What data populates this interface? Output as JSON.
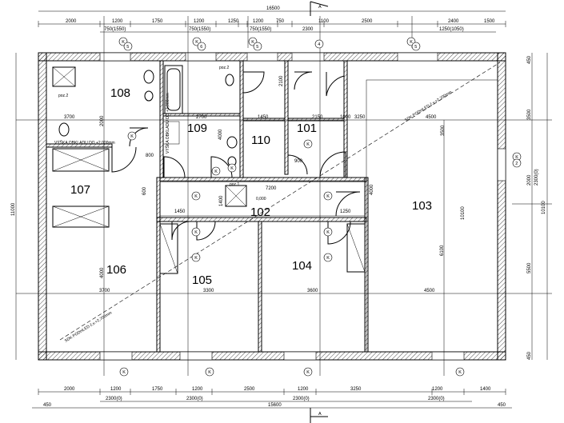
{
  "section_marks": {
    "top": "A",
    "bottom": "A"
  },
  "rooms": {
    "r101": "101",
    "r102": "102",
    "r103": "103",
    "r104": "104",
    "r105": "105",
    "r106": "106",
    "r107": "107",
    "r108": "108",
    "r109": "109",
    "r110": "110"
  },
  "dims": {
    "top_total": "16500",
    "top_row": [
      "2000",
      "1200",
      "1750",
      "1200",
      "1250",
      "1200",
      "750",
      "1100",
      "2500",
      "2400",
      "1500"
    ],
    "top_win": [
      "750(1550)",
      "750(1550)",
      "750(1550)",
      "2300",
      "1250(1050)"
    ],
    "bottom_row": [
      "2000",
      "1200",
      "1750",
      "1200",
      "2500",
      "1200",
      "3250",
      "1200",
      "1400"
    ],
    "bottom_win": [
      "2300(0)",
      "2300(0)",
      "2300(0)",
      "2300(0)"
    ],
    "bottom_total": [
      "450",
      "15600",
      "450"
    ],
    "left_total": "11000",
    "right_row": [
      "450",
      "3500",
      "2000",
      "5500",
      "450"
    ],
    "right_total": "10100",
    "right_win": "2300(0)"
  },
  "inner": {
    "d3700": "3700",
    "d2700": "2700",
    "d1450": "1450",
    "d2150": "2150",
    "d1000": "1000",
    "d3250": "3250",
    "d4500": "4500",
    "d2000": "2000",
    "d7200": "7200",
    "d1250": "1250",
    "d3600": "3600",
    "d3300": "3300",
    "d4500b": "4500",
    "d4000": "4000",
    "d6100": "6100",
    "d10100": "10100",
    "d3500": "3500",
    "d4000b": "4000",
    "d900": "900",
    "d800": "800",
    "d600": "600",
    "d1400": "1400",
    "d2100": "2100",
    "d4000c": "4000",
    "d3700b": "3700",
    "d1450b": "1450"
  },
  "notes": {
    "poz1": "poz.1",
    "poz2": "poz.2",
    "poz2b": "poz.2",
    "vyska": "VÝŠKA OBKLADU DO +2,000mm",
    "vyska2": "VÝŠKA OBKLADU DO +2,000mm",
    "level": "0,000",
    "sdk1": "SDK PODHLED č.v.+2,700mm",
    "sdk2": "SDK PODHLED č.v.+2,700mm"
  },
  "circle_labels": {
    "k": "K",
    "s5": "5",
    "s6": "6",
    "s4": "4",
    "s2": "2"
  }
}
